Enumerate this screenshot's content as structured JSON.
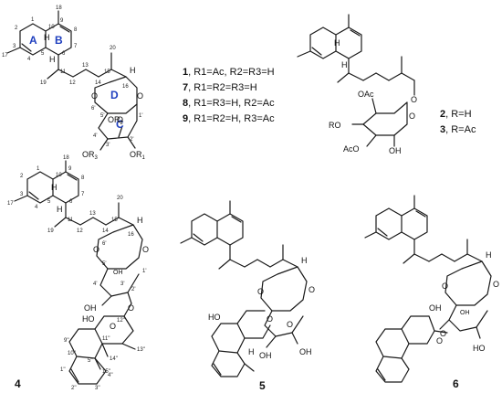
{
  "ring_labels": [
    "A",
    "B",
    "C",
    "D"
  ],
  "atom_labels": {
    "H": "H",
    "O": "O",
    "OH": "OH",
    "HO": "HO",
    "OR1": "OR",
    "OR1_sub": "1",
    "OR2": "OR",
    "OR2_sub": "2",
    "OR3": "OR",
    "OR3_sub": "3",
    "OAc": "OAc",
    "AcO": "AcO",
    "RO": "RO"
  },
  "numbering_s1": [
    "18",
    "1",
    "2",
    "3",
    "4",
    "5",
    "6",
    "7",
    "8",
    "9",
    "10",
    "11",
    "12",
    "13",
    "14",
    "15",
    "16",
    "17",
    "19",
    "20",
    "6'",
    "5'",
    "4'",
    "3'",
    "2'",
    "1'"
  ],
  "numbering_s4": [
    "18",
    "1",
    "2",
    "3",
    "4",
    "5",
    "6",
    "7",
    "8",
    "9",
    "10",
    "11",
    "12",
    "13",
    "14",
    "15",
    "16",
    "17",
    "19",
    "20",
    "6'",
    "5'",
    "4'",
    "3'",
    "2'",
    "1'",
    "12''",
    "13''",
    "14''",
    "15''",
    "1''",
    "2''",
    "3''",
    "4''",
    "5''",
    "9''",
    "10''",
    "11''"
  ],
  "legend": [
    {
      "num": "1",
      "text": ", R1=Ac, R2=R3=H"
    },
    {
      "num": "7",
      "text": ", R1=R2=R3=H"
    },
    {
      "num": "8",
      "text": ", R1=R3=H, R2=Ac"
    },
    {
      "num": "9",
      "text": ", R1=R2=H, R3=Ac"
    }
  ],
  "legend2": [
    {
      "num": "2",
      "text": ", R=H"
    },
    {
      "num": "3",
      "text": ", R=Ac"
    }
  ],
  "compound_labels": [
    "4",
    "5",
    "6"
  ]
}
